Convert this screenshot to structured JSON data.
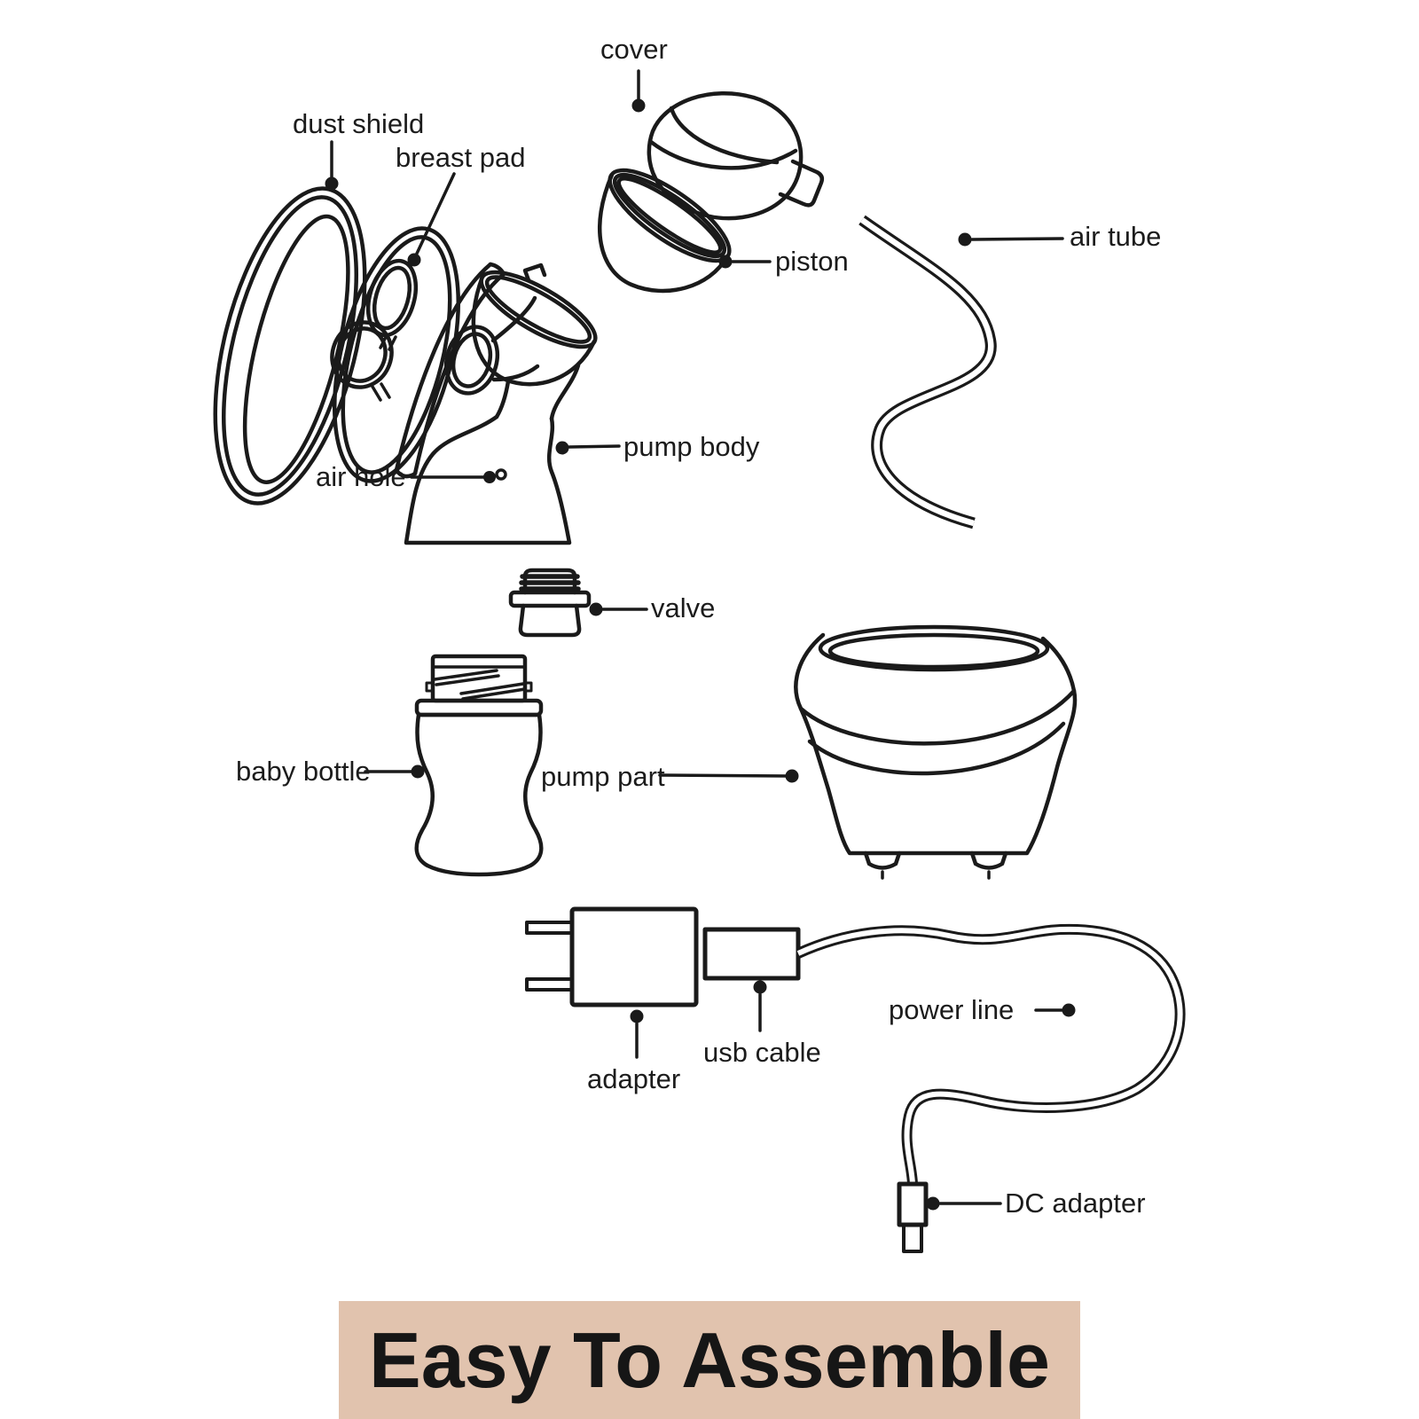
{
  "diagram": {
    "title_hint": "breast pump exploded parts diagram",
    "labels": {
      "cover": "cover",
      "dust_shield": "dust shield",
      "breast_pad": "breast pad",
      "piston": "piston",
      "air_tube": "air tube",
      "pump_body": "pump body",
      "air_hole": "air hole",
      "valve": "valve",
      "baby_bottle": "baby bottle",
      "pump_part": "pump part",
      "adapter": "adapter",
      "usb_cable": "usb cable",
      "power_line": "power line",
      "dc_adapter": "DC adapter"
    }
  },
  "banner": {
    "text": "Easy To Assemble",
    "background": "#e1c3ae",
    "text_color": "#161616"
  },
  "colors": {
    "line": "#1a1a1a",
    "page_background": "#ffffff"
  }
}
